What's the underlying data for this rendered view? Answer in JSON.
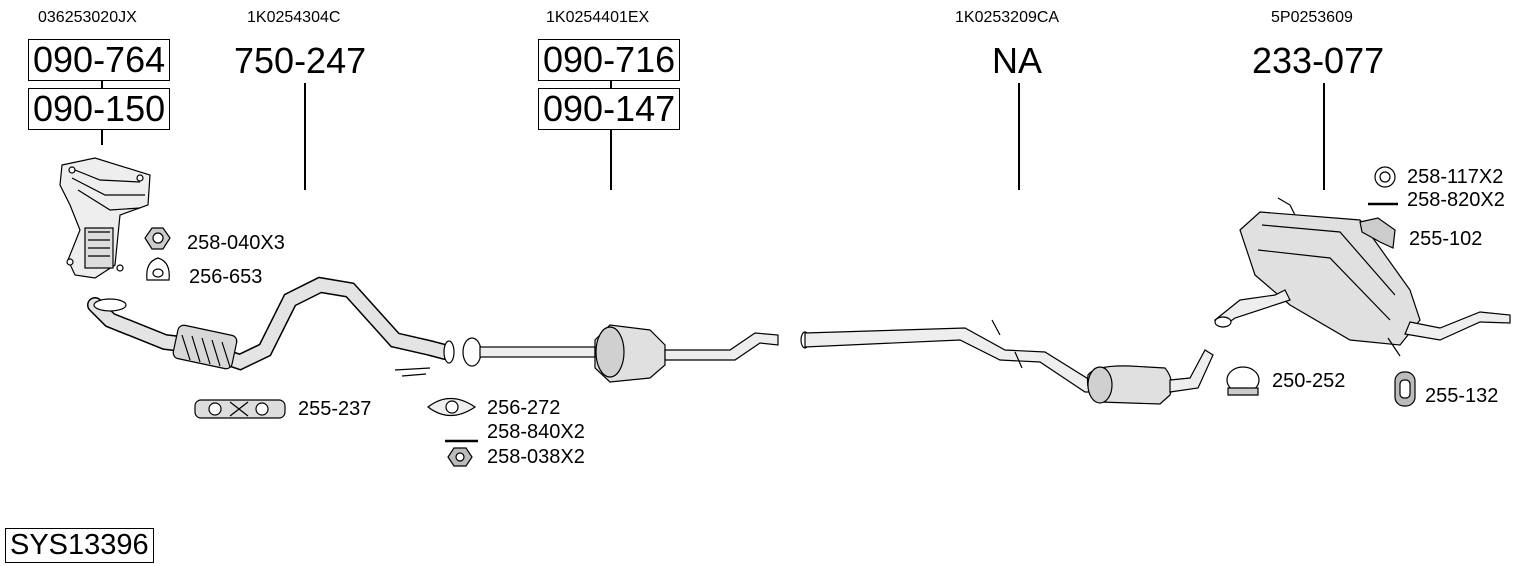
{
  "system_id": "SYS13396",
  "columns": [
    {
      "oem": "036253020JX",
      "parts": [
        "090-764",
        "090-150"
      ]
    },
    {
      "oem": "1K0254304C",
      "parts": [
        "750-247"
      ]
    },
    {
      "oem": "1K0254401EX",
      "parts": [
        "090-716",
        "090-147"
      ]
    },
    {
      "oem": "1K0253209CA",
      "parts": [
        "NA"
      ]
    },
    {
      "oem": "5P0253609",
      "parts": [
        "233-077"
      ]
    }
  ],
  "accessories": [
    {
      "label": "258-040X3",
      "icon": "nut-icon"
    },
    {
      "label": "256-653",
      "icon": "gasket-icon"
    },
    {
      "label": "255-237",
      "icon": "rubber-mount-icon"
    },
    {
      "label": "256-272",
      "icon": "gasket-icon"
    },
    {
      "label": "258-840X2",
      "icon": "bolt-icon"
    },
    {
      "label": "258-038X2",
      "icon": "flange-nut-icon"
    },
    {
      "label": "258-117X2",
      "icon": "ring-icon"
    },
    {
      "label": "258-820X2",
      "icon": "bolt-icon"
    },
    {
      "label": "255-102",
      "icon": "bracket-icon"
    },
    {
      "label": "250-252",
      "icon": "clamp-icon"
    },
    {
      "label": "255-132",
      "icon": "hanger-icon"
    }
  ]
}
